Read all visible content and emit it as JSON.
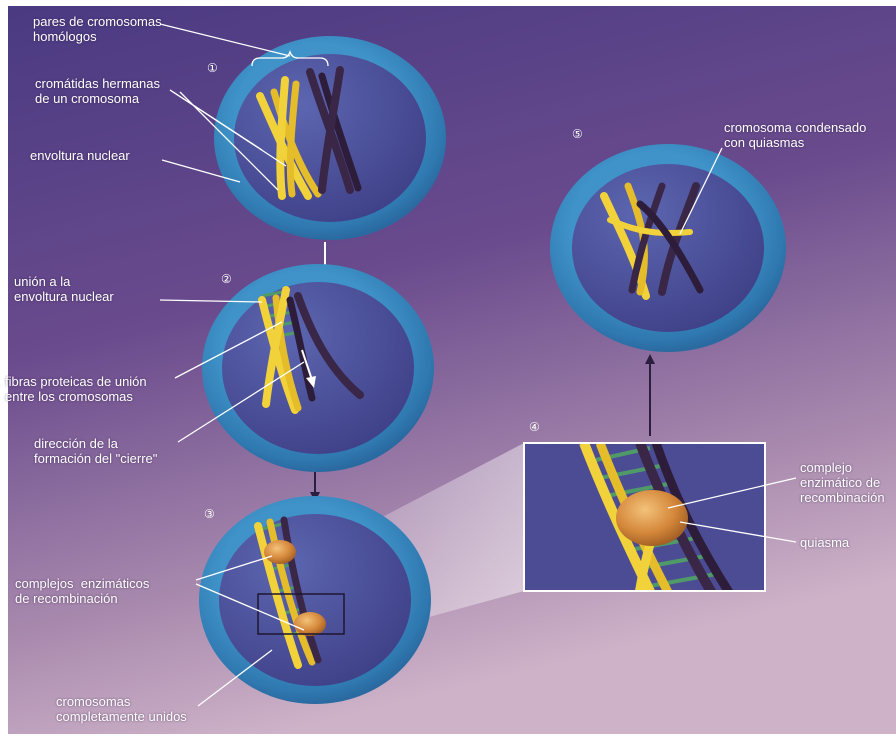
{
  "steps": {
    "s1": "①",
    "s2": "②",
    "s3": "③",
    "s4": "④",
    "s5": "⑤"
  },
  "labels": {
    "pares": "pares de cromosomas\nhomólogos",
    "cromatidas": "cromátidas hermanas\nde un cromosoma",
    "envoltura": "envoltura nuclear",
    "union": "unión a la\nenvoltura nuclear",
    "fibras": "fibras proteicas de unión\nentre los cromosomas",
    "direccion": "dirección de la\nformación del \"cierre\"",
    "complejos": "complejos  enzimáticos\nde recombinación",
    "unidos": "cromosomas\ncompletamente unidos",
    "condensado": "cromosoma condensado\ncon quiasmas",
    "complejo": "complejo\nenzimático de\nrecombinación",
    "quiasma": "quiasma"
  },
  "colors": {
    "background_top": "#5a3f86",
    "background_bottom": "#c9a9c7",
    "nuclear_envelope": "#3f93c8",
    "nucleus": "#4d4f9a",
    "chromosome_yellow": "#f2d23a",
    "chromosome_dark": "#3a2748",
    "fiber_green": "#4f9a68",
    "enzyme_orange": "#d98d3a"
  }
}
